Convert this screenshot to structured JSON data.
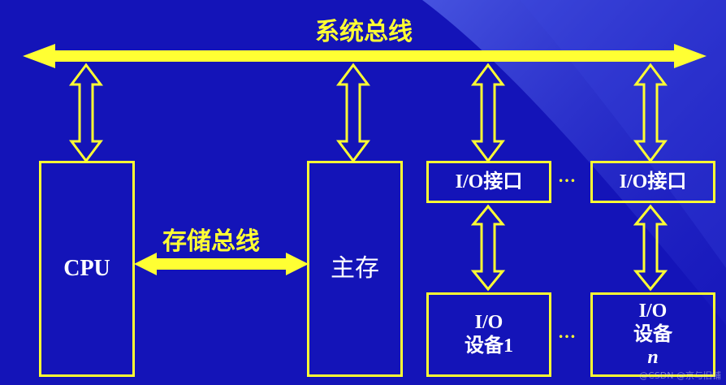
{
  "labels": {
    "system_bus": "系统总线",
    "storage_bus": "存储总线"
  },
  "nodes": {
    "cpu": "CPU",
    "main_memory": "主存",
    "io_interface_1": "I/O接口",
    "io_interface_n": "I/O接口",
    "io_device_1_line1": "I/O",
    "io_device_1_line2": "设备1",
    "io_device_n_line1": "I/O",
    "io_device_n_line2_prefix": "设备",
    "io_device_n_line2_suffix": "n"
  },
  "ellipsis": {
    "between_interfaces": "…",
    "between_devices": "…"
  },
  "watermark": "@CSDN @京与旧铺",
  "colors": {
    "background": "#1414b8",
    "accent": "#ffff33",
    "text": "#ffffff"
  }
}
